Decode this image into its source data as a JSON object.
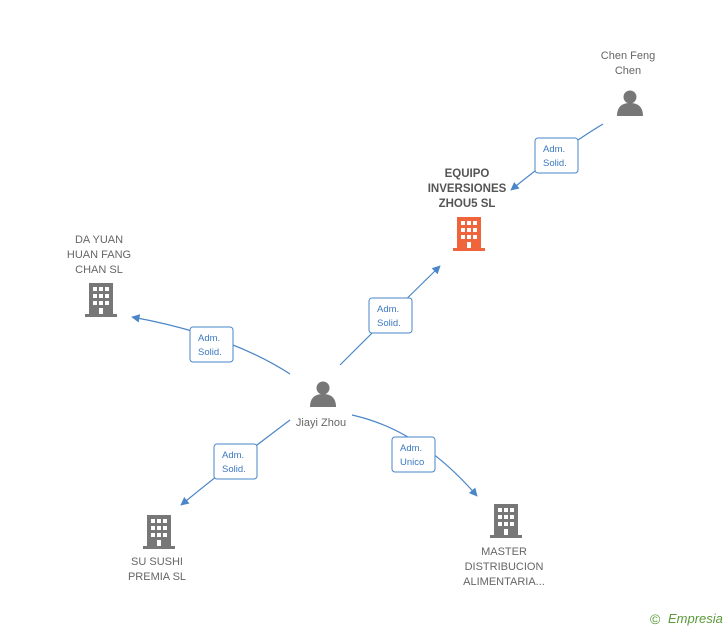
{
  "colors": {
    "edge": "#4a86c8",
    "person_icon": "#777777",
    "company_icon": "#777777",
    "company_highlight": "#f0643c",
    "brand": "#5a9a3a"
  },
  "nodes": {
    "chen": {
      "label_lines": [
        "Chen Feng",
        "Chen"
      ],
      "icon": "person-icon"
    },
    "equipo": {
      "label_lines": [
        "EQUIPO",
        "INVERSIONES",
        "ZHOU5  SL"
      ],
      "icon": "building-icon"
    },
    "dayuan": {
      "label_lines": [
        "DA YUAN",
        "HUAN FANG",
        "CHAN  SL"
      ],
      "icon": "building-icon"
    },
    "jiayi": {
      "label_lines": [
        "Jiayi Zhou"
      ],
      "icon": "person-icon"
    },
    "susushi": {
      "label_lines": [
        "SU SUSHI",
        "PREMIA  SL"
      ],
      "icon": "building-icon"
    },
    "master": {
      "label_lines": [
        "MASTER",
        "DISTRIBUCION",
        "ALIMENTARIA..."
      ],
      "icon": "building-icon"
    }
  },
  "edges": {
    "chen_equipo": {
      "label_lines": [
        "Adm.",
        "Solid."
      ]
    },
    "jiayi_equipo": {
      "label_lines": [
        "Adm.",
        "Solid."
      ]
    },
    "jiayi_dayuan": {
      "label_lines": [
        "Adm.",
        "Solid."
      ]
    },
    "jiayi_susushi": {
      "label_lines": [
        "Adm.",
        "Solid."
      ]
    },
    "jiayi_master": {
      "label_lines": [
        "Adm.",
        "Unico"
      ]
    }
  },
  "footer": {
    "copyright_symbol": "©",
    "brand_name": "Empresia"
  }
}
